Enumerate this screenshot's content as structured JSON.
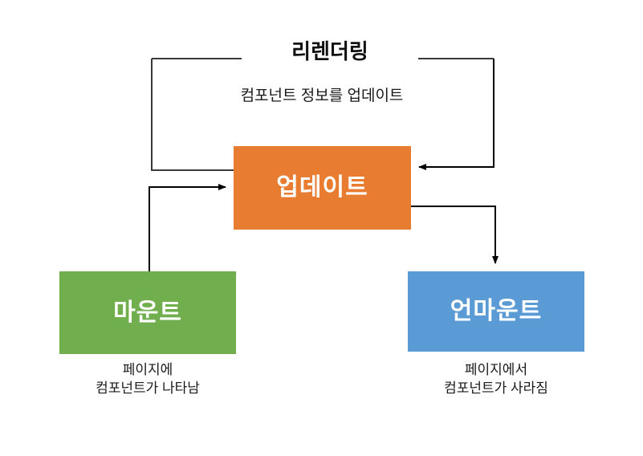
{
  "diagram": {
    "title": "리렌더링",
    "subtitle": "컴포넌트 정보를 업데이트",
    "colors": {
      "update": "#E87D32",
      "mount": "#70AE4E",
      "unmount": "#5B9BD5",
      "line": "#000000",
      "background": "#FFFFFF",
      "text": "#1A1A1A",
      "node_text": "#FFFFFF"
    },
    "nodes": [
      {
        "id": "update",
        "label": "업데이트",
        "color": "#E87D32",
        "caption": ""
      },
      {
        "id": "mount",
        "label": "마운트",
        "color": "#70AE4E",
        "caption": "페이지에\n컴포넌트가 나타남"
      },
      {
        "id": "unmount",
        "label": "언마운트",
        "color": "#5B9BD5",
        "caption": "페이지에서\n컴포넌트가 사라짐"
      }
    ],
    "edges": [
      {
        "id": "mount-to-update",
        "from": "mount",
        "to": "update",
        "label": ""
      },
      {
        "id": "update-to-unmount",
        "from": "update",
        "to": "unmount",
        "label": ""
      },
      {
        "id": "update-rerender-loop",
        "from": "update",
        "to": "update",
        "label": "리렌더링"
      }
    ]
  }
}
